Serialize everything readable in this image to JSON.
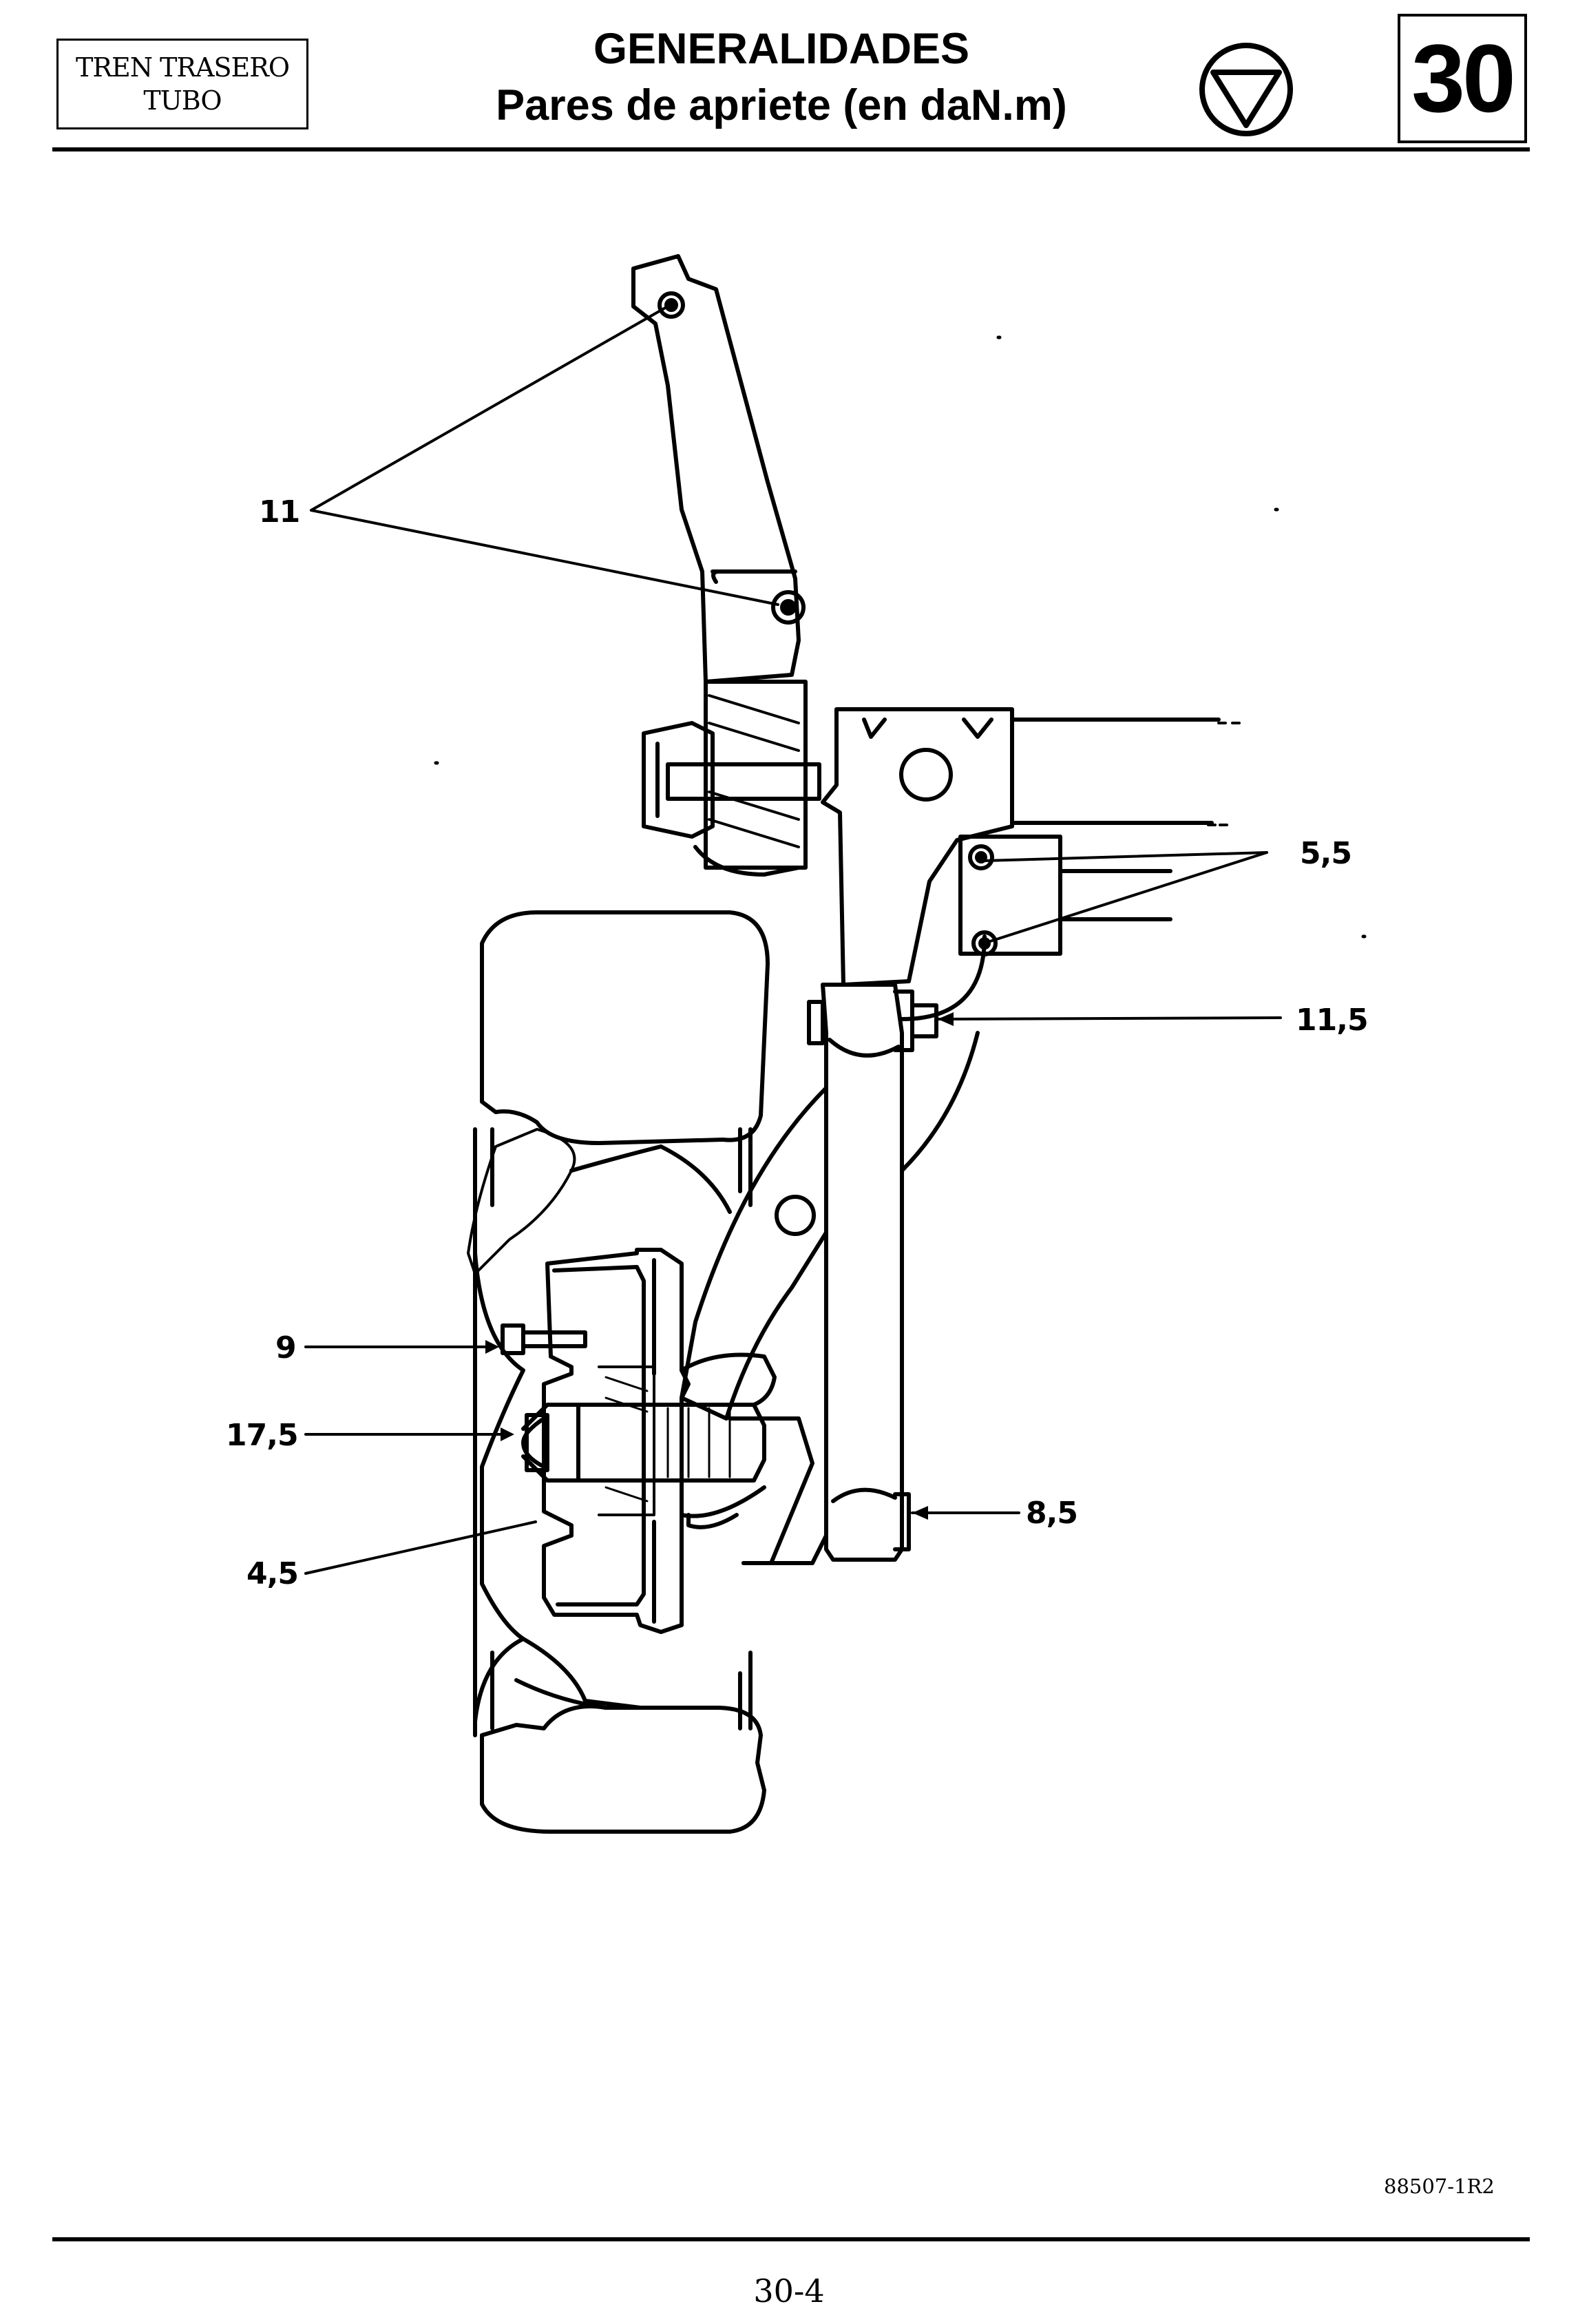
{
  "header": {
    "section_line1": "TREN TRASERO",
    "section_line2": "TUBO",
    "title": "GENERALIDADES",
    "subtitle": "Pares de apriete (en daN.m)",
    "symbol_icon": "tightening-torque-triangle-icon",
    "chapter": "30"
  },
  "figure": {
    "torque_labels": {
      "pivot_bolts": "11",
      "bracket_bolts": "5,5",
      "shock_upper": "11,5",
      "hub_bolts": "9",
      "hub_nut": "17,5",
      "brake_screw": "4,5",
      "shock_lower": "8,5"
    },
    "reference": "88507-1R2"
  },
  "footer": {
    "page": "30-4"
  }
}
